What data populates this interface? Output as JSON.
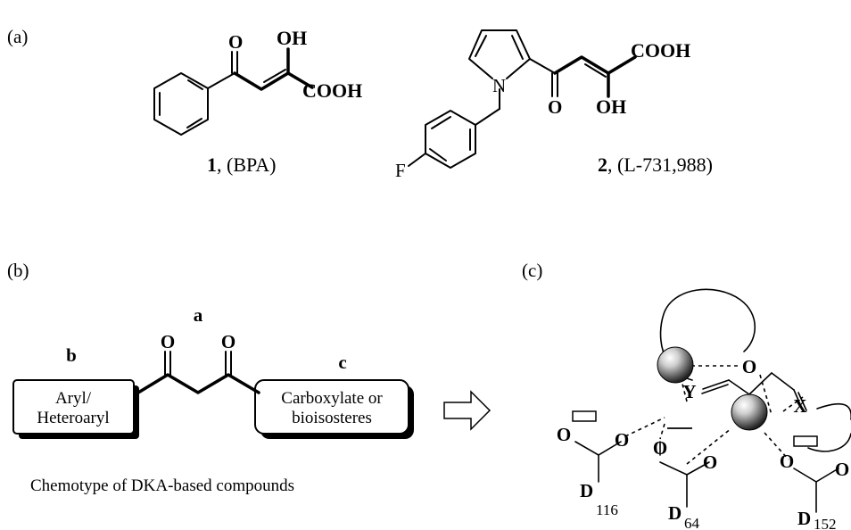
{
  "panel_labels": {
    "a": "(a)",
    "b": "(b)",
    "c": "(c)"
  },
  "compound1": {
    "number": "1",
    "name": ", (BPA)",
    "atom_o": "O",
    "atom_oh": "OH",
    "atom_cooh": "COOH"
  },
  "compound2": {
    "number": "2",
    "name": ", (L-731,988)",
    "atom_n": "N",
    "atom_o": "O",
    "atom_oh": "OH",
    "atom_cooh": "COOH",
    "atom_f": "F"
  },
  "chemotype": {
    "label_a": "a",
    "label_b": "b",
    "label_c": "c",
    "atom_o1": "O",
    "atom_o2": "O",
    "box_left_line1": "Aryl/",
    "box_left_line2": "Heteroaryl",
    "box_right_line1": "Carboxylate or",
    "box_right_line2": "bioisosteres",
    "caption": "Chemotype of DKA-based compounds"
  },
  "metal_complex": {
    "atom_y": "Y",
    "atom_x": "X",
    "atom_o_center": "O",
    "d116_letter": "D",
    "d116_num": "116",
    "d64_letter": "D",
    "d64_num": "64",
    "d152_letter": "D",
    "d152_num": "152",
    "atom_o": "O"
  }
}
